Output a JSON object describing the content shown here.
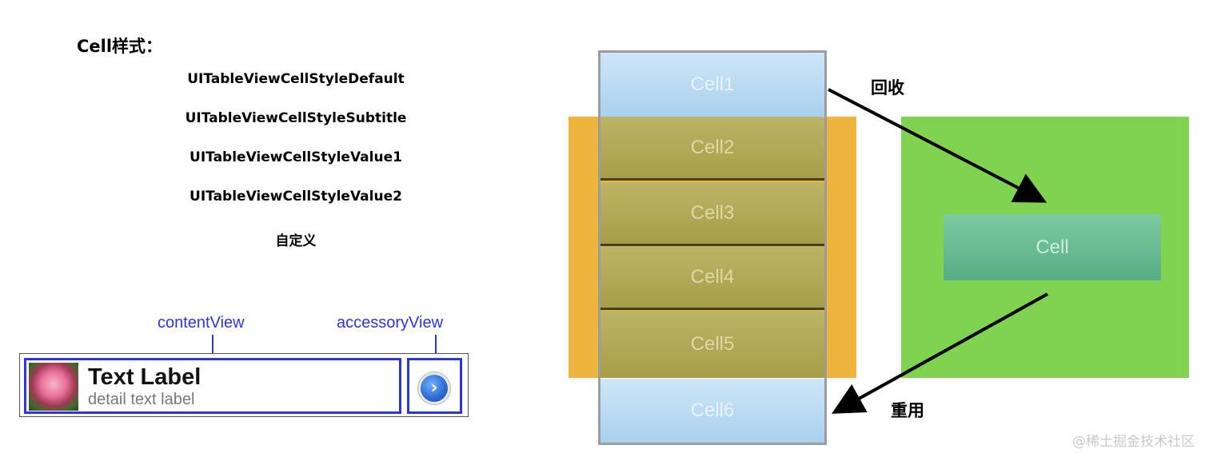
{
  "left_panel": {
    "title": "Cell样式：",
    "styles": [
      "UITableViewCellStyleDefault",
      "UITableViewCellStyleSubtitle",
      "UITableViewCellStyleValue1",
      "UITableViewCellStyleValue2",
      "自定义"
    ]
  },
  "cell_anatomy": {
    "content_view_label": "contentView",
    "accessory_view_label": "accessoryView",
    "text_label": "Text Label",
    "detail_label": "detail text label",
    "accent_color": "#2b35e0",
    "disclosure_icon": "chevron-right-circle-icon"
  },
  "reuse_diagram": {
    "cells": [
      "Cell1",
      "Cell2",
      "Cell3",
      "Cell4",
      "Cell5",
      "Cell6"
    ],
    "visible_region_color": "#eeb53e",
    "reuse_pool_color": "#80d351",
    "reuse_pool_cell": "Cell",
    "recycle_label": "回收",
    "reuse_label": "重用"
  },
  "watermark": "@稀土掘金技术社区"
}
